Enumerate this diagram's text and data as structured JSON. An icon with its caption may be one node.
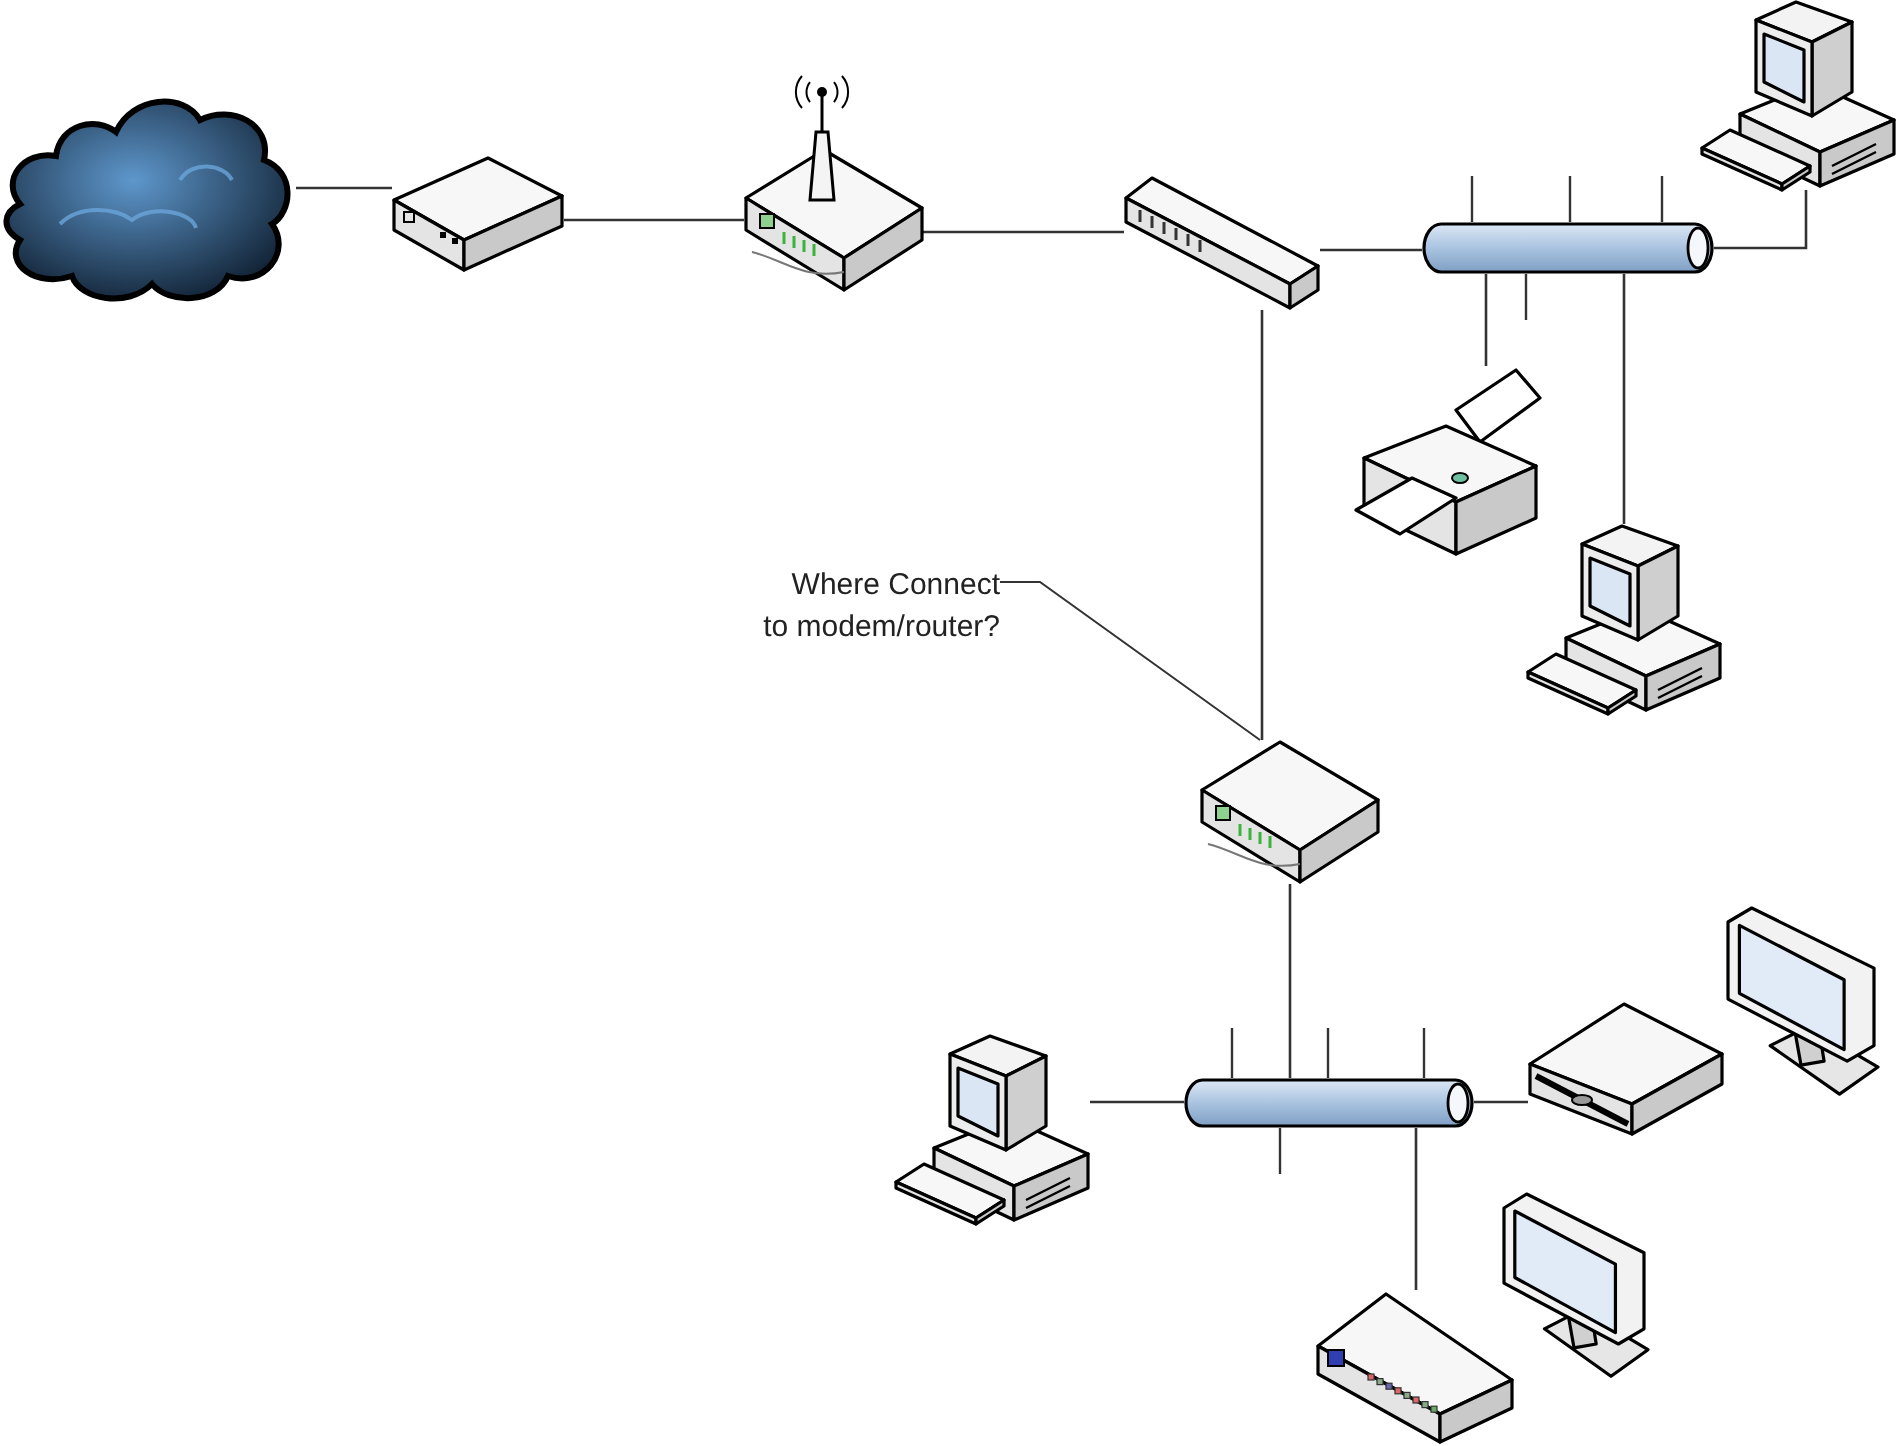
{
  "diagram": {
    "nodes": [
      {
        "text": [],
        "shape": "cloud"
      },
      {
        "text": [],
        "shape": "picture"
      },
      {
        "text": [],
        "shape": "picture"
      },
      {
        "text": [],
        "shape": "picture"
      },
      {
        "text": [],
        "shape": "cylinder"
      },
      {
        "text": [],
        "shape": "picture"
      },
      {
        "text": [],
        "shape": "picture"
      },
      {
        "text": [],
        "shape": "picture"
      },
      {
        "text": [
          "Where Connect to modem/router?"
        ]
      },
      {
        "text": [],
        "shape": "picture"
      },
      {
        "text": [],
        "shape": "picture"
      },
      {
        "text": [],
        "shape": "cylinder"
      },
      {
        "text": [],
        "shape": "picture"
      },
      {
        "text": [],
        "shape": "picture"
      },
      {
        "text": [],
        "shape": "picture"
      },
      {
        "text": [],
        "shape": "picture"
      }
    ],
    "edges": [
      {
        "from": 0,
        "to": 1,
        "arrow": "none"
      },
      {
        "from": 1,
        "to": 2,
        "arrow": "none"
      },
      {
        "from": 2,
        "to": 3,
        "arrow": "none"
      },
      {
        "from": 3,
        "to": 4,
        "arrow": "none"
      },
      {
        "from": 4,
        "to": 5,
        "arrow": "none"
      },
      {
        "from": 4,
        "to": 6,
        "arrow": "none"
      },
      {
        "from": 4,
        "to": 7,
        "arrow": "none"
      },
      {
        "from": 3,
        "to": 9,
        "arrow": "none"
      },
      {
        "from": 8,
        "to": 9,
        "arrow": "none"
      },
      {
        "from": 9,
        "to": 11,
        "arrow": "none"
      },
      {
        "from": 11,
        "to": 10,
        "arrow": "none"
      },
      {
        "from": 11,
        "to": 12,
        "arrow": "none"
      },
      {
        "from": 11,
        "to": 14,
        "arrow": "none"
      }
    ]
  }
}
